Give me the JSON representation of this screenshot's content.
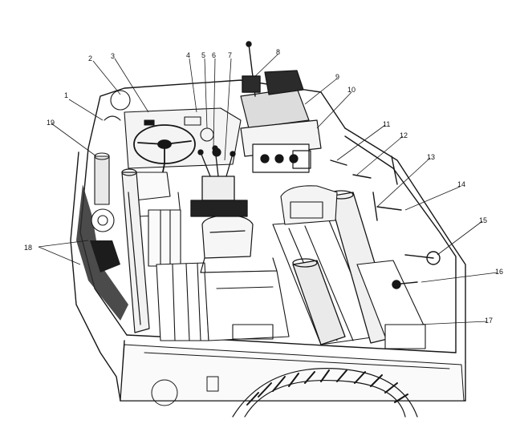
{
  "figure": {
    "title": "",
    "callouts": [
      {
        "id": "callout-1",
        "label": "1"
      },
      {
        "id": "callout-2",
        "label": "2"
      },
      {
        "id": "callout-3",
        "label": "3"
      },
      {
        "id": "callout-4",
        "label": "4"
      },
      {
        "id": "callout-5",
        "label": "5"
      },
      {
        "id": "callout-6",
        "label": "6"
      },
      {
        "id": "callout-7",
        "label": "7"
      },
      {
        "id": "callout-8",
        "label": "8"
      },
      {
        "id": "callout-9",
        "label": "9"
      },
      {
        "id": "callout-10",
        "label": "10"
      },
      {
        "id": "callout-11",
        "label": "11"
      },
      {
        "id": "callout-12",
        "label": "12"
      },
      {
        "id": "callout-13",
        "label": "13"
      },
      {
        "id": "callout-14",
        "label": "14"
      },
      {
        "id": "callout-15",
        "label": "15"
      },
      {
        "id": "callout-16",
        "label": "16"
      },
      {
        "id": "callout-17",
        "label": "17"
      },
      {
        "id": "callout-18",
        "label": "18"
      },
      {
        "id": "callout-19",
        "label": "19"
      }
    ]
  },
  "colors": {
    "ink": "#161616",
    "paper": "#ffffff",
    "shade": "#2b2b2b"
  }
}
